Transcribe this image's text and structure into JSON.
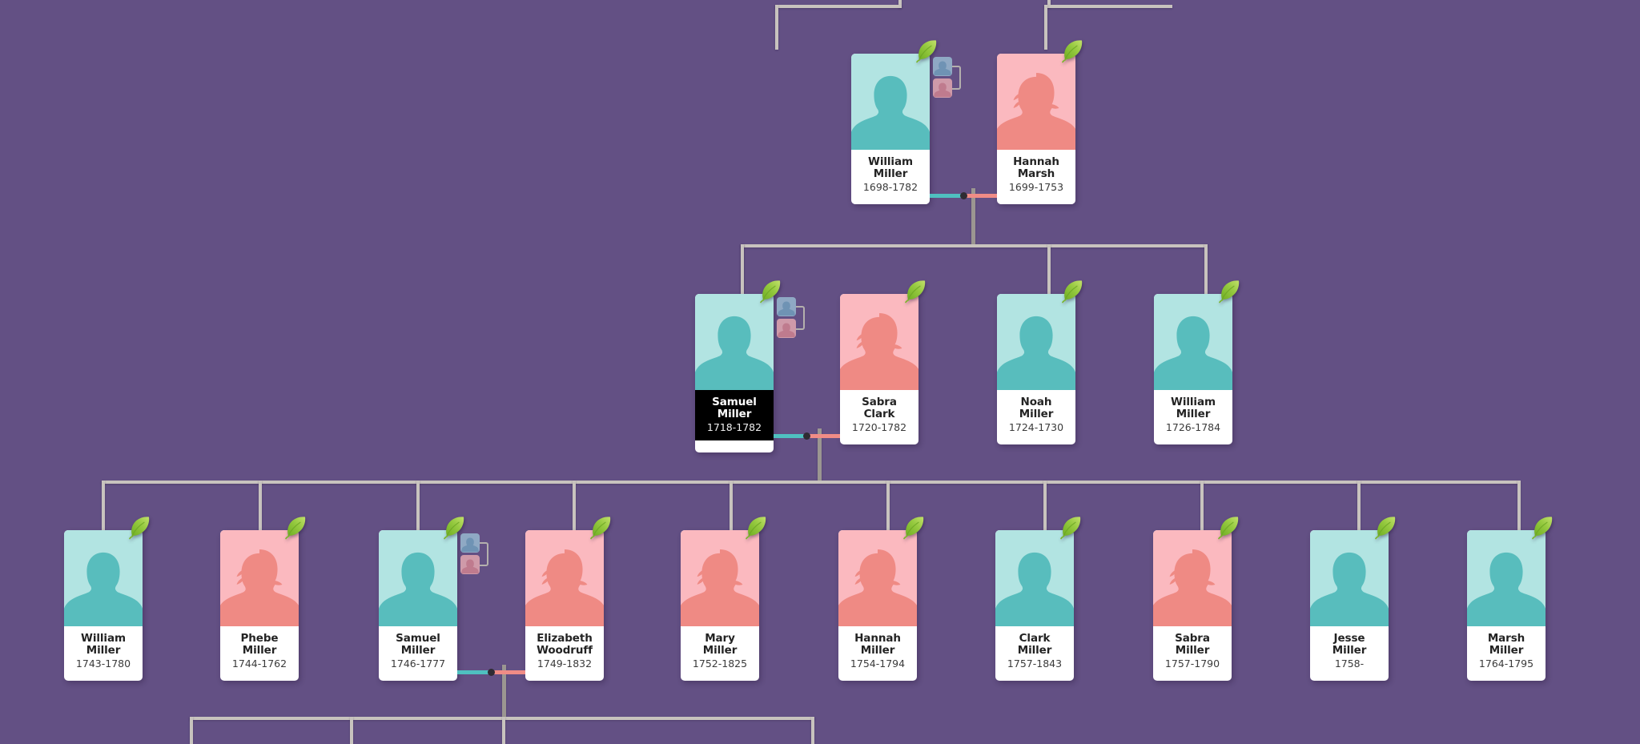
{
  "app": {
    "view_name": "family-tree",
    "background_color": "#635084",
    "connector_color": "#c8c3be",
    "male_color": "#b2e4e2",
    "female_color": "#fbb9bf",
    "selected_color": "#000000",
    "marriage_male_color": "#4fc0c0",
    "marriage_female_color": "#f08c86",
    "leaf_color": "#8fc63d"
  },
  "icons": {
    "leaf": "leaf-hint-icon",
    "male_avatar": "male-avatar-silhouette-icon",
    "female_avatar": "female-avatar-silhouette-icon",
    "family_badge": "family-group-badge-icon"
  },
  "generations": [
    {
      "name": "generation-1",
      "people": [
        {
          "id": "william-miller-1698",
          "given": "William",
          "surname": "Miller",
          "dates": "1698-1782",
          "sex": "male",
          "selected": false,
          "leaf": true
        },
        {
          "id": "hannah-marsh-1699",
          "given": "Hannah",
          "surname": "Marsh",
          "dates": "1699-1753",
          "sex": "female",
          "selected": false,
          "leaf": true
        }
      ]
    },
    {
      "name": "generation-2",
      "people": [
        {
          "id": "samuel-miller-1718",
          "given": "Samuel",
          "surname": "Miller",
          "dates": "1718-1782",
          "sex": "male",
          "selected": true,
          "leaf": true
        },
        {
          "id": "sabra-clark-1720",
          "given": "Sabra",
          "surname": "Clark",
          "dates": "1720-1782",
          "sex": "female",
          "selected": false,
          "leaf": true
        },
        {
          "id": "noah-miller-1724",
          "given": "Noah",
          "surname": "Miller",
          "dates": "1724-1730",
          "sex": "male",
          "selected": false,
          "leaf": true
        },
        {
          "id": "william-miller-1726",
          "given": "William",
          "surname": "Miller",
          "dates": "1726-1784",
          "sex": "male",
          "selected": false,
          "leaf": true
        }
      ]
    },
    {
      "name": "generation-3",
      "people": [
        {
          "id": "william-miller-1743",
          "given": "William",
          "surname": "Miller",
          "dates": "1743-1780",
          "sex": "male",
          "selected": false,
          "leaf": true
        },
        {
          "id": "phebe-miller-1744",
          "given": "Phebe",
          "surname": "Miller",
          "dates": "1744-1762",
          "sex": "female",
          "selected": false,
          "leaf": true
        },
        {
          "id": "samuel-miller-1746",
          "given": "Samuel",
          "surname": "Miller",
          "dates": "1746-1777",
          "sex": "male",
          "selected": false,
          "leaf": true
        },
        {
          "id": "elizabeth-woodruff-1749",
          "given": "Elizabeth",
          "surname": "Woodruff",
          "dates": "1749-1832",
          "sex": "female",
          "selected": false,
          "leaf": true
        },
        {
          "id": "mary-miller-1752",
          "given": "Mary",
          "surname": "Miller",
          "dates": "1752-1825",
          "sex": "female",
          "selected": false,
          "leaf": true
        },
        {
          "id": "hannah-miller-1754",
          "given": "Hannah",
          "surname": "Miller",
          "dates": "1754-1794",
          "sex": "female",
          "selected": false,
          "leaf": true
        },
        {
          "id": "clark-miller-1757",
          "given": "Clark",
          "surname": "Miller",
          "dates": "1757-1843",
          "sex": "male",
          "selected": false,
          "leaf": true
        },
        {
          "id": "sabra-miller-1757",
          "given": "Sabra",
          "surname": "Miller",
          "dates": "1757-1790",
          "sex": "female",
          "selected": false,
          "leaf": true
        },
        {
          "id": "jesse-miller-1758",
          "given": "Jesse",
          "surname": "Miller",
          "dates": "1758-",
          "sex": "male",
          "selected": false,
          "leaf": true
        },
        {
          "id": "marsh-miller-1764",
          "given": "Marsh",
          "surname": "Miller",
          "dates": "1764-1795",
          "sex": "male",
          "selected": false,
          "leaf": true
        }
      ]
    }
  ],
  "marriages": [
    {
      "id": "marriage-william-hannah",
      "husband": "william-miller-1698",
      "wife": "hannah-marsh-1699"
    },
    {
      "id": "marriage-samuel-sabra",
      "husband": "samuel-miller-1718",
      "wife": "sabra-clark-1720"
    },
    {
      "id": "marriage-samuel-elizabeth",
      "husband": "samuel-miller-1746",
      "wife": "elizabeth-woodruff-1749"
    }
  ]
}
